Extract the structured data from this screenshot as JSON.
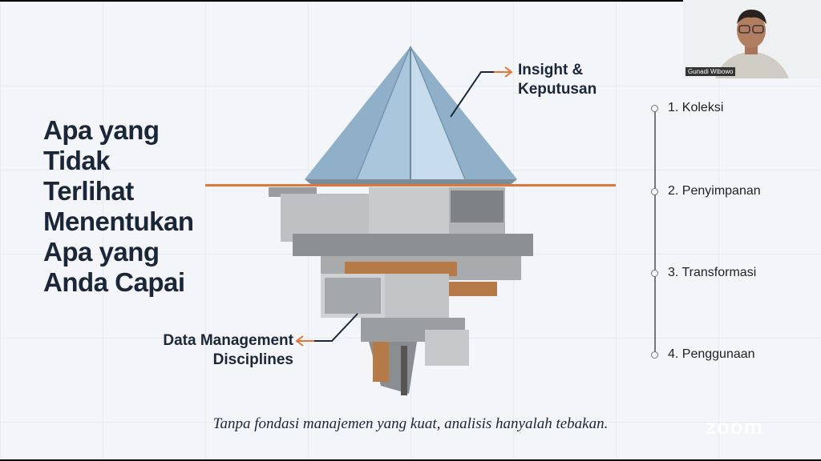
{
  "slide": {
    "headline": [
      "Apa yang",
      "Tidak",
      "Terlihat",
      "Menentukan",
      "Apa yang",
      "Anda Capai"
    ],
    "top_label": [
      "Insight &",
      "Keputusan"
    ],
    "bottom_label": [
      "Data Management",
      "Disciplines"
    ],
    "caption": "Tanpa fondasi manajemen yang kuat, analisis hanyalah tebakan.",
    "steps": [
      "1. Koleksi",
      "2. Penyimpanan",
      "3. Transformasi",
      "4. Penggunaan"
    ],
    "accent_color": "#e0763a"
  },
  "video": {
    "participant_name": "Gunadi Wibowo"
  },
  "watermark": "zoom"
}
